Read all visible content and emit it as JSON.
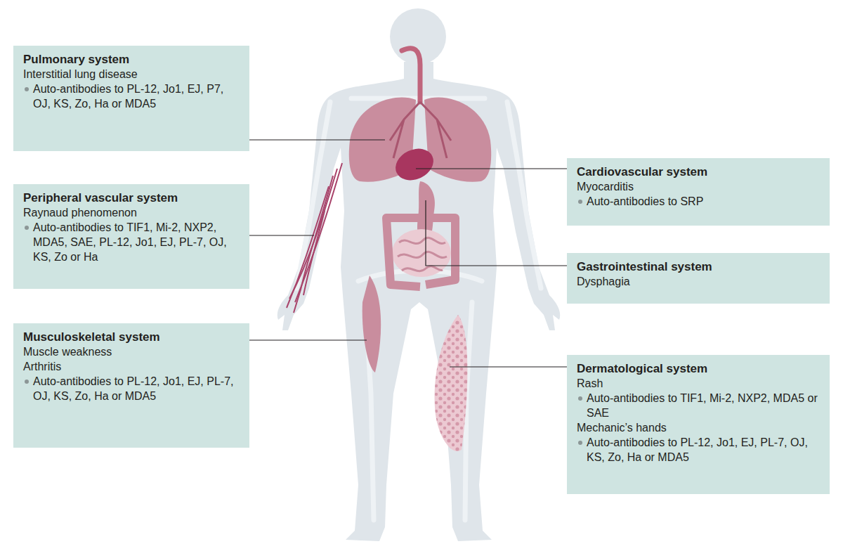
{
  "diagram": {
    "nodes": [
      {
        "text": [
          "Pulmonary system",
          "Interstitial lung disease",
          "Auto-antibodies to PL-12, Jo1, EJ, P7, OJ, KS, Zo, Ha or MDA5"
        ]
      },
      {
        "text": [
          "Cardiovascular system",
          "Myocarditis",
          "Auto-antibodies to SRP"
        ]
      },
      {
        "text": [
          "Peripheral vascular system",
          "Raynaud phenomenon",
          "Auto-antibodies to TIF1, Mi-2, NXP2, MDA5, SAE, PL-12, Jo1, EJ, PL-7, OJ, KS, Zo or Ha"
        ]
      },
      {
        "text": [
          "Gastrointestinal system",
          "Dysphagia"
        ]
      },
      {
        "text": [
          "Musculoskeletal system",
          "Muscle weakness",
          "Arthritis",
          "Auto-antibodies to PL-12, Jo1, EJ, PL-7, OJ, KS, Zo, Ha or MDA5"
        ]
      },
      {
        "text": [
          "Dermatological system",
          "Rash",
          "Auto-antibodies to TIF1, Mi-2, NXP2, MDA5 or SAE",
          "Mechanic’s hands",
          "Auto-antibodies to PL-12, Jo1, EJ, PL-7, OJ, KS, Zo, Ha or MDA5"
        ]
      }
    ]
  }
}
